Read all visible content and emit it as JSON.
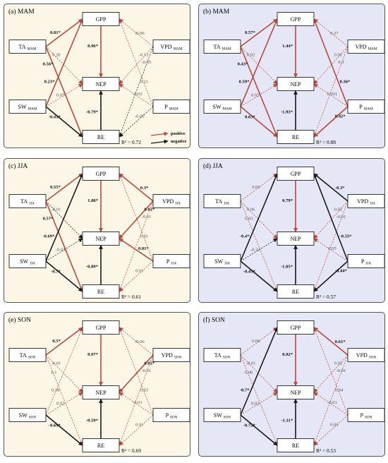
{
  "colors": {
    "positive": "#b84a3c",
    "negative": "#1a1a1a",
    "warm_bg": "#fbf6e6",
    "cool_bg": "#e5e7f6"
  },
  "legend": {
    "positive": "positive",
    "negative": "negative"
  },
  "panels": [
    {
      "title": "(a) MAM",
      "season": "MAM",
      "r2": "R² = 0.72",
      "legend": true,
      "paths": [
        {
          "from": "TA",
          "to": "GPP",
          "value": "0.81*",
          "sign": "pos",
          "sig": true
        },
        {
          "from": "TA",
          "to": "NEP",
          "value": "0.28",
          "sign": "pos",
          "sig": false
        },
        {
          "from": "TA",
          "to": "RE",
          "value": "0.56*",
          "sign": "pos",
          "sig": true
        },
        {
          "from": "SW",
          "to": "GPP",
          "value": "0.23*",
          "sign": "pos",
          "sig": true
        },
        {
          "from": "SW",
          "to": "NEP",
          "value": "0.05",
          "sign": "pos",
          "sig": false
        },
        {
          "from": "SW",
          "to": "RE",
          "value": "-0.41*",
          "sign": "neg",
          "sig": true
        },
        {
          "from": "VPD",
          "to": "GPP",
          "value": "-0.06",
          "sign": "pos",
          "sig": false
        },
        {
          "from": "VPD",
          "to": "NEP",
          "value": "-0.13",
          "sign": "pos",
          "sig": false
        },
        {
          "from": "VPD",
          "to": "RE",
          "value": "-0.05",
          "sign": "neg",
          "sig": false
        },
        {
          "from": "P",
          "to": "GPP",
          "value": "0.11",
          "sign": "pos",
          "sig": false
        },
        {
          "from": "P",
          "to": "NEP",
          "value": "-0.02",
          "sign": "pos",
          "sig": false
        },
        {
          "from": "P",
          "to": "RE",
          "value": "-0.05",
          "sign": "neg",
          "sig": false
        },
        {
          "from": "GPP",
          "to": "NEP",
          "value": "0.96*",
          "sign": "pos",
          "sig": true
        },
        {
          "from": "RE",
          "to": "NEP",
          "value": "-0.79*",
          "sign": "neg",
          "sig": true
        }
      ]
    },
    {
      "title": "(b) MAM",
      "season": "MAM",
      "r2": "R² = 0.88",
      "legend": false,
      "paths": [
        {
          "from": "TA",
          "to": "GPP",
          "value": "0.57*",
          "sign": "pos",
          "sig": true
        },
        {
          "from": "TA",
          "to": "NEP",
          "value": "0.02",
          "sign": "pos",
          "sig": false
        },
        {
          "from": "TA",
          "to": "RE",
          "value": "0.43*",
          "sign": "pos",
          "sig": true
        },
        {
          "from": "SW",
          "to": "GPP",
          "value": "0.59*",
          "sign": "pos",
          "sig": true
        },
        {
          "from": "SW",
          "to": "NEP",
          "value": "0.02",
          "sign": "pos",
          "sig": false
        },
        {
          "from": "SW",
          "to": "RE",
          "value": "0.65*",
          "sign": "pos",
          "sig": true
        },
        {
          "from": "VPD",
          "to": "GPP",
          "value": "0.27",
          "sign": "pos",
          "sig": false
        },
        {
          "from": "VPD",
          "to": "NEP",
          "value": "0.01",
          "sign": "pos",
          "sig": false
        },
        {
          "from": "VPD",
          "to": "RE",
          "value": "0.3",
          "sign": "pos",
          "sig": false
        },
        {
          "from": "P",
          "to": "GPP",
          "value": "0.36*",
          "sign": "pos",
          "sig": true
        },
        {
          "from": "P",
          "to": "NEP",
          "value": "0.001",
          "sign": "pos",
          "sig": false
        },
        {
          "from": "P",
          "to": "RE",
          "value": "0.42*",
          "sign": "pos",
          "sig": true
        },
        {
          "from": "GPP",
          "to": "NEP",
          "value": "1.44*",
          "sign": "pos",
          "sig": true
        },
        {
          "from": "RE",
          "to": "NEP",
          "value": "-1.93*",
          "sign": "neg",
          "sig": true
        }
      ]
    },
    {
      "title": "(c) JJA",
      "season": "JJA",
      "r2": "R² = 0.61",
      "legend": false,
      "paths": [
        {
          "from": "TA",
          "to": "GPP",
          "value": "0.55*",
          "sign": "pos",
          "sig": true
        },
        {
          "from": "TA",
          "to": "NEP",
          "value": "-0.01",
          "sign": "neg",
          "sig": false
        },
        {
          "from": "TA",
          "to": "RE",
          "value": "0.57*",
          "sign": "pos",
          "sig": true
        },
        {
          "from": "SW",
          "to": "GPP",
          "value": "-0.69*",
          "sign": "neg",
          "sig": true
        },
        {
          "from": "SW",
          "to": "NEP",
          "value": "-0.01",
          "sign": "neg",
          "sig": false
        },
        {
          "from": "SW",
          "to": "RE",
          "value": "-0.7*",
          "sign": "neg",
          "sig": true
        },
        {
          "from": "VPD",
          "to": "GPP",
          "value": "0.3*",
          "sign": "pos",
          "sig": true
        },
        {
          "from": "VPD",
          "to": "NEP",
          "value": "0.02*",
          "sign": "pos",
          "sig": true
        },
        {
          "from": "VPD",
          "to": "RE",
          "value": "-0.01",
          "sign": "pos",
          "sig": false
        },
        {
          "from": "P",
          "to": "GPP",
          "value": "0.01",
          "sign": "pos",
          "sig": false
        },
        {
          "from": "P",
          "to": "NEP",
          "value": "0.01*",
          "sign": "pos",
          "sig": true
        },
        {
          "from": "P",
          "to": "RE",
          "value": "0.01",
          "sign": "pos",
          "sig": false
        },
        {
          "from": "GPP",
          "to": "NEP",
          "value": "1.08*",
          "sign": "pos",
          "sig": true
        },
        {
          "from": "RE",
          "to": "NEP",
          "value": "-0.89*",
          "sign": "neg",
          "sig": true
        }
      ]
    },
    {
      "title": "(d) JJA",
      "season": "JJA",
      "r2": "R² = 0.57",
      "legend": false,
      "paths": [
        {
          "from": "TA",
          "to": "GPP",
          "value": "0.05",
          "sign": "pos",
          "sig": false
        },
        {
          "from": "TA",
          "to": "NEP",
          "value": "0.06",
          "sign": "pos",
          "sig": false
        },
        {
          "from": "TA",
          "to": "RE",
          "value": "0.03",
          "sign": "pos",
          "sig": false
        },
        {
          "from": "SW",
          "to": "GPP",
          "value": "-0.4*",
          "sign": "neg",
          "sig": true
        },
        {
          "from": "SW",
          "to": "NEP",
          "value": "-0.32",
          "sign": "neg",
          "sig": false
        },
        {
          "from": "SW",
          "to": "RE",
          "value": "-0.45*",
          "sign": "neg",
          "sig": true
        },
        {
          "from": "VPD",
          "to": "GPP",
          "value": "-0.3*",
          "sign": "neg",
          "sig": true
        },
        {
          "from": "VPD",
          "to": "NEP",
          "value": "0.02",
          "sign": "pos",
          "sig": false
        },
        {
          "from": "VPD",
          "to": "RE",
          "value": "-0.01",
          "sign": "pos",
          "sig": false
        },
        {
          "from": "P",
          "to": "GPP",
          "value": "-0.35*",
          "sign": "neg",
          "sig": true
        },
        {
          "from": "P",
          "to": "NEP",
          "value": "0.05",
          "sign": "pos",
          "sig": false
        },
        {
          "from": "P",
          "to": "RE",
          "value": "-0.44*",
          "sign": "neg",
          "sig": true
        },
        {
          "from": "GPP",
          "to": "NEP",
          "value": "0.79*",
          "sign": "pos",
          "sig": true
        },
        {
          "from": "RE",
          "to": "NEP",
          "value": "-1.05*",
          "sign": "neg",
          "sig": true
        }
      ]
    },
    {
      "title": "(e) SON",
      "season": "SON",
      "r2": "R² = 0.69",
      "legend": false,
      "paths": [
        {
          "from": "TA",
          "to": "GPP",
          "value": "0.5*",
          "sign": "pos",
          "sig": true
        },
        {
          "from": "TA",
          "to": "NEP",
          "value": "-0.01",
          "sign": "pos",
          "sig": false
        },
        {
          "from": "TA",
          "to": "RE",
          "value": "0.1",
          "sign": "pos",
          "sig": false
        },
        {
          "from": "SW",
          "to": "GPP",
          "value": "0.18",
          "sign": "pos",
          "sig": false
        },
        {
          "from": "SW",
          "to": "NEP",
          "value": "0.02",
          "sign": "pos",
          "sig": false
        },
        {
          "from": "SW",
          "to": "RE",
          "value": "-0.69*",
          "sign": "neg",
          "sig": true
        },
        {
          "from": "VPD",
          "to": "GPP",
          "value": "-0.06",
          "sign": "pos",
          "sig": false
        },
        {
          "from": "VPD",
          "to": "NEP",
          "value": "0.02*",
          "sign": "pos",
          "sig": true
        },
        {
          "from": "VPD",
          "to": "RE",
          "value": "-0.01",
          "sign": "pos",
          "sig": false
        },
        {
          "from": "P",
          "to": "GPP",
          "value": "0.03",
          "sign": "pos",
          "sig": false
        },
        {
          "from": "P",
          "to": "NEP",
          "value": "-0.01",
          "sign": "pos",
          "sig": false
        },
        {
          "from": "P",
          "to": "RE",
          "value": "0.01",
          "sign": "pos",
          "sig": false
        },
        {
          "from": "GPP",
          "to": "NEP",
          "value": "0.97*",
          "sign": "pos",
          "sig": true
        },
        {
          "from": "RE",
          "to": "NEP",
          "value": "-0.59*",
          "sign": "neg",
          "sig": true
        }
      ]
    },
    {
      "title": "(f) SON",
      "season": "SON",
      "r2": "R² = 0.53",
      "legend": false,
      "paths": [
        {
          "from": "TA",
          "to": "GPP",
          "value": "0.06",
          "sign": "pos",
          "sig": false
        },
        {
          "from": "TA",
          "to": "NEP",
          "value": "-0.01",
          "sign": "pos",
          "sig": false
        },
        {
          "from": "TA",
          "to": "RE",
          "value": "0.08",
          "sign": "pos",
          "sig": false
        },
        {
          "from": "SW",
          "to": "GPP",
          "value": "-0.7*",
          "sign": "neg",
          "sig": true
        },
        {
          "from": "SW",
          "to": "NEP",
          "value": "0.02",
          "sign": "pos",
          "sig": false
        },
        {
          "from": "SW",
          "to": "RE",
          "value": "-0.72*",
          "sign": "neg",
          "sig": true
        },
        {
          "from": "VPD",
          "to": "GPP",
          "value": "0.61*",
          "sign": "pos",
          "sig": true
        },
        {
          "from": "VPD",
          "to": "NEP",
          "value": "0.02",
          "sign": "pos",
          "sig": false
        },
        {
          "from": "VPD",
          "to": "RE",
          "value": "-0.01",
          "sign": "pos",
          "sig": false
        },
        {
          "from": "P",
          "to": "GPP",
          "value": "0.04",
          "sign": "pos",
          "sig": false
        },
        {
          "from": "P",
          "to": "NEP",
          "value": "-0.01",
          "sign": "pos",
          "sig": false
        },
        {
          "from": "P",
          "to": "RE",
          "value": "0.03",
          "sign": "pos",
          "sig": false
        },
        {
          "from": "GPP",
          "to": "NEP",
          "value": "0.92*",
          "sign": "pos",
          "sig": true
        },
        {
          "from": "RE",
          "to": "NEP",
          "value": "-1.11*",
          "sign": "neg",
          "sig": true
        }
      ]
    }
  ]
}
